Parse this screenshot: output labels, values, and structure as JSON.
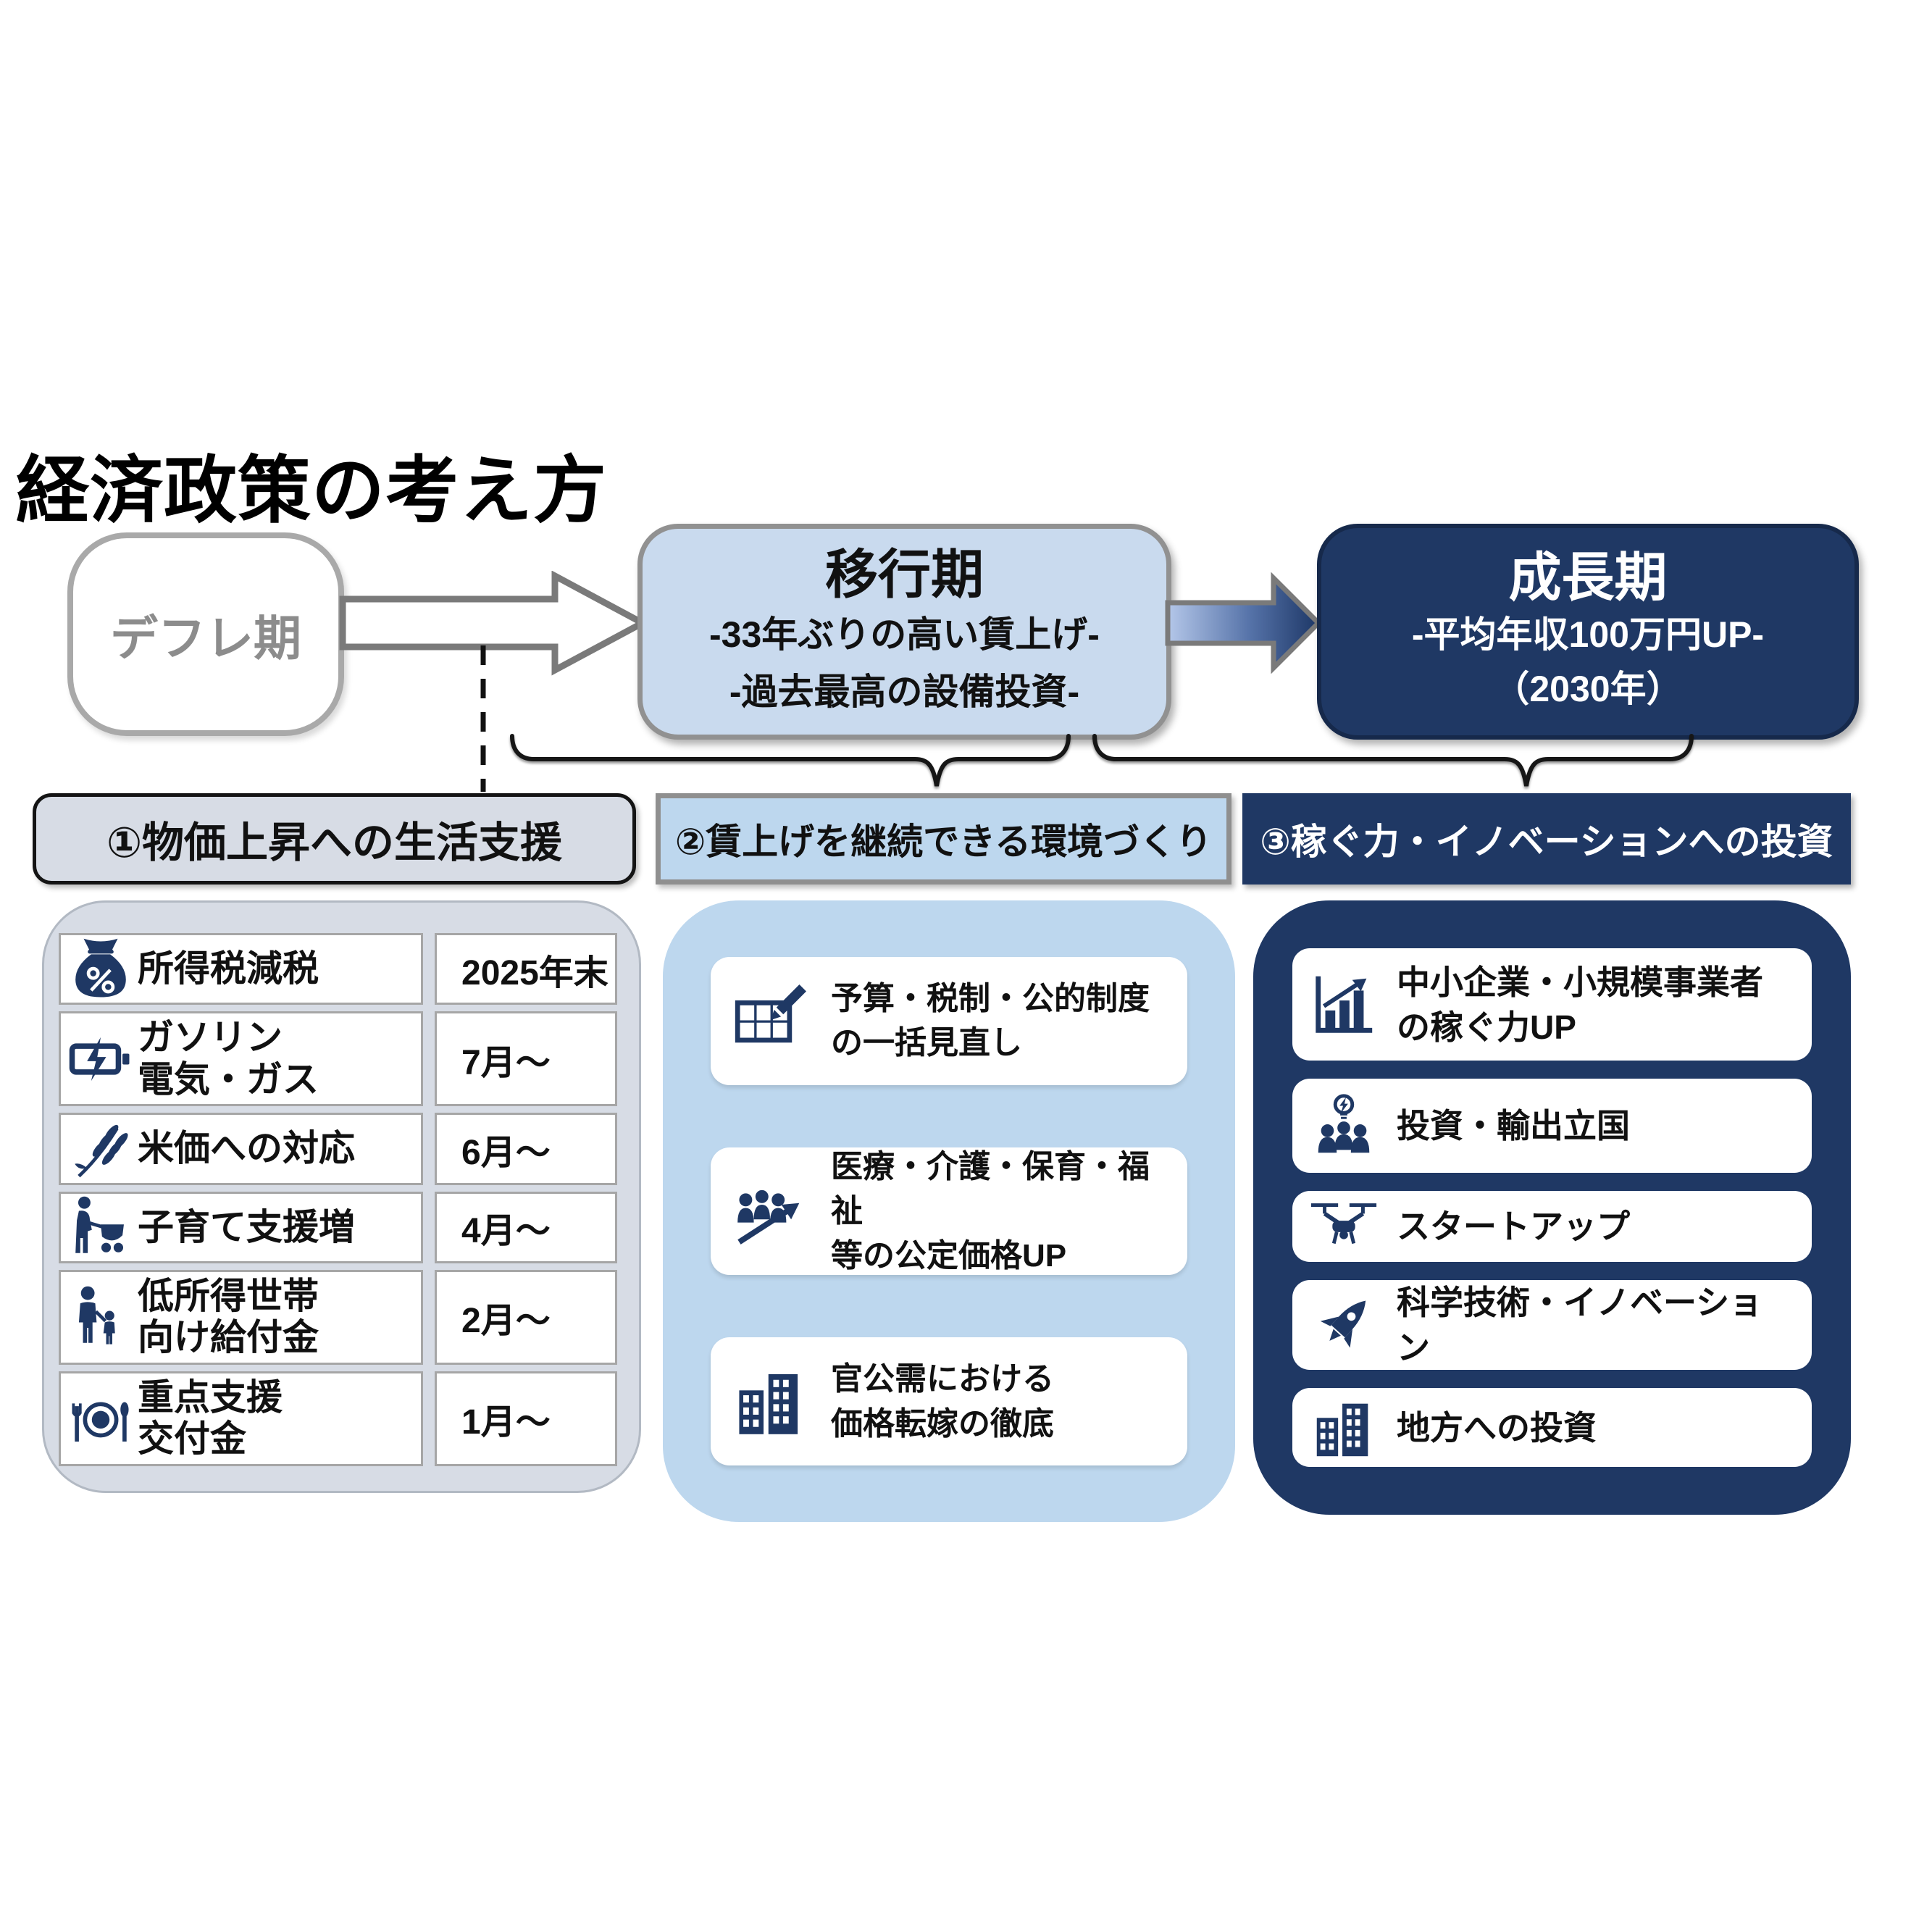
{
  "title": "経済政策の考え方",
  "flow": {
    "deflation_box": {
      "label": "デフレ期"
    },
    "transition_box": {
      "title": "移行期",
      "line1": "-33年ぶりの高い賃上げ-",
      "line2": "-過去最高の設備投資-"
    },
    "growth_box": {
      "title": "成長期",
      "line1": "-平均年収100万円UP-",
      "line2": "（2030年）"
    }
  },
  "sections": [
    {
      "heading": "①物価上昇への生活支援"
    },
    {
      "heading": "②賃上げを継続できる環境づくり"
    },
    {
      "heading": "③稼ぐ力・イノベーションへの投資"
    }
  ],
  "support_table": {
    "rows": [
      {
        "icon": "money-bag-icon",
        "label": "所得税減税",
        "date": "2025年末"
      },
      {
        "icon": "battery-charging-icon",
        "label": "ガソリン\n電気・ガス",
        "date": "7月～"
      },
      {
        "icon": "rice-plant-icon",
        "label": "米価への対応",
        "date": "6月～"
      },
      {
        "icon": "stroller-icon",
        "label": "子育て支援増",
        "date": "4月～"
      },
      {
        "icon": "family-icon",
        "label": "低所得世帯\n向け給付金",
        "date": "2月～"
      },
      {
        "icon": "meal-icon",
        "label": "重点支援\n交付金",
        "date": "1月～"
      }
    ]
  },
  "wage_cards": [
    {
      "icon": "blueprint-pencil-icon",
      "label": "予算・税制・公的制度\nの一括見直し"
    },
    {
      "icon": "workforce-growth-icon",
      "label": "医療・介護・保育・福祉\n等の公定価格UP"
    },
    {
      "icon": "buildings-icon",
      "label": "官公需における\n価格転嫁の徹底"
    }
  ],
  "invest_cards": [
    {
      "icon": "bar-chart-growth-icon",
      "label": "中小企業・小規模事業者\nの稼ぐ力UP"
    },
    {
      "icon": "people-idea-icon",
      "label": "投資・輸出立国"
    },
    {
      "icon": "drone-icon",
      "label": "スタートアップ"
    },
    {
      "icon": "rocket-icon",
      "label": "科学技術・イノベーション"
    },
    {
      "icon": "buildings-icon",
      "label": "地方への投資"
    }
  ],
  "colors": {
    "navy": "#1f3864",
    "light_blue": "#bdd7ee",
    "panel_gray": "#d7dce5",
    "box_blue": "#c9daee"
  }
}
